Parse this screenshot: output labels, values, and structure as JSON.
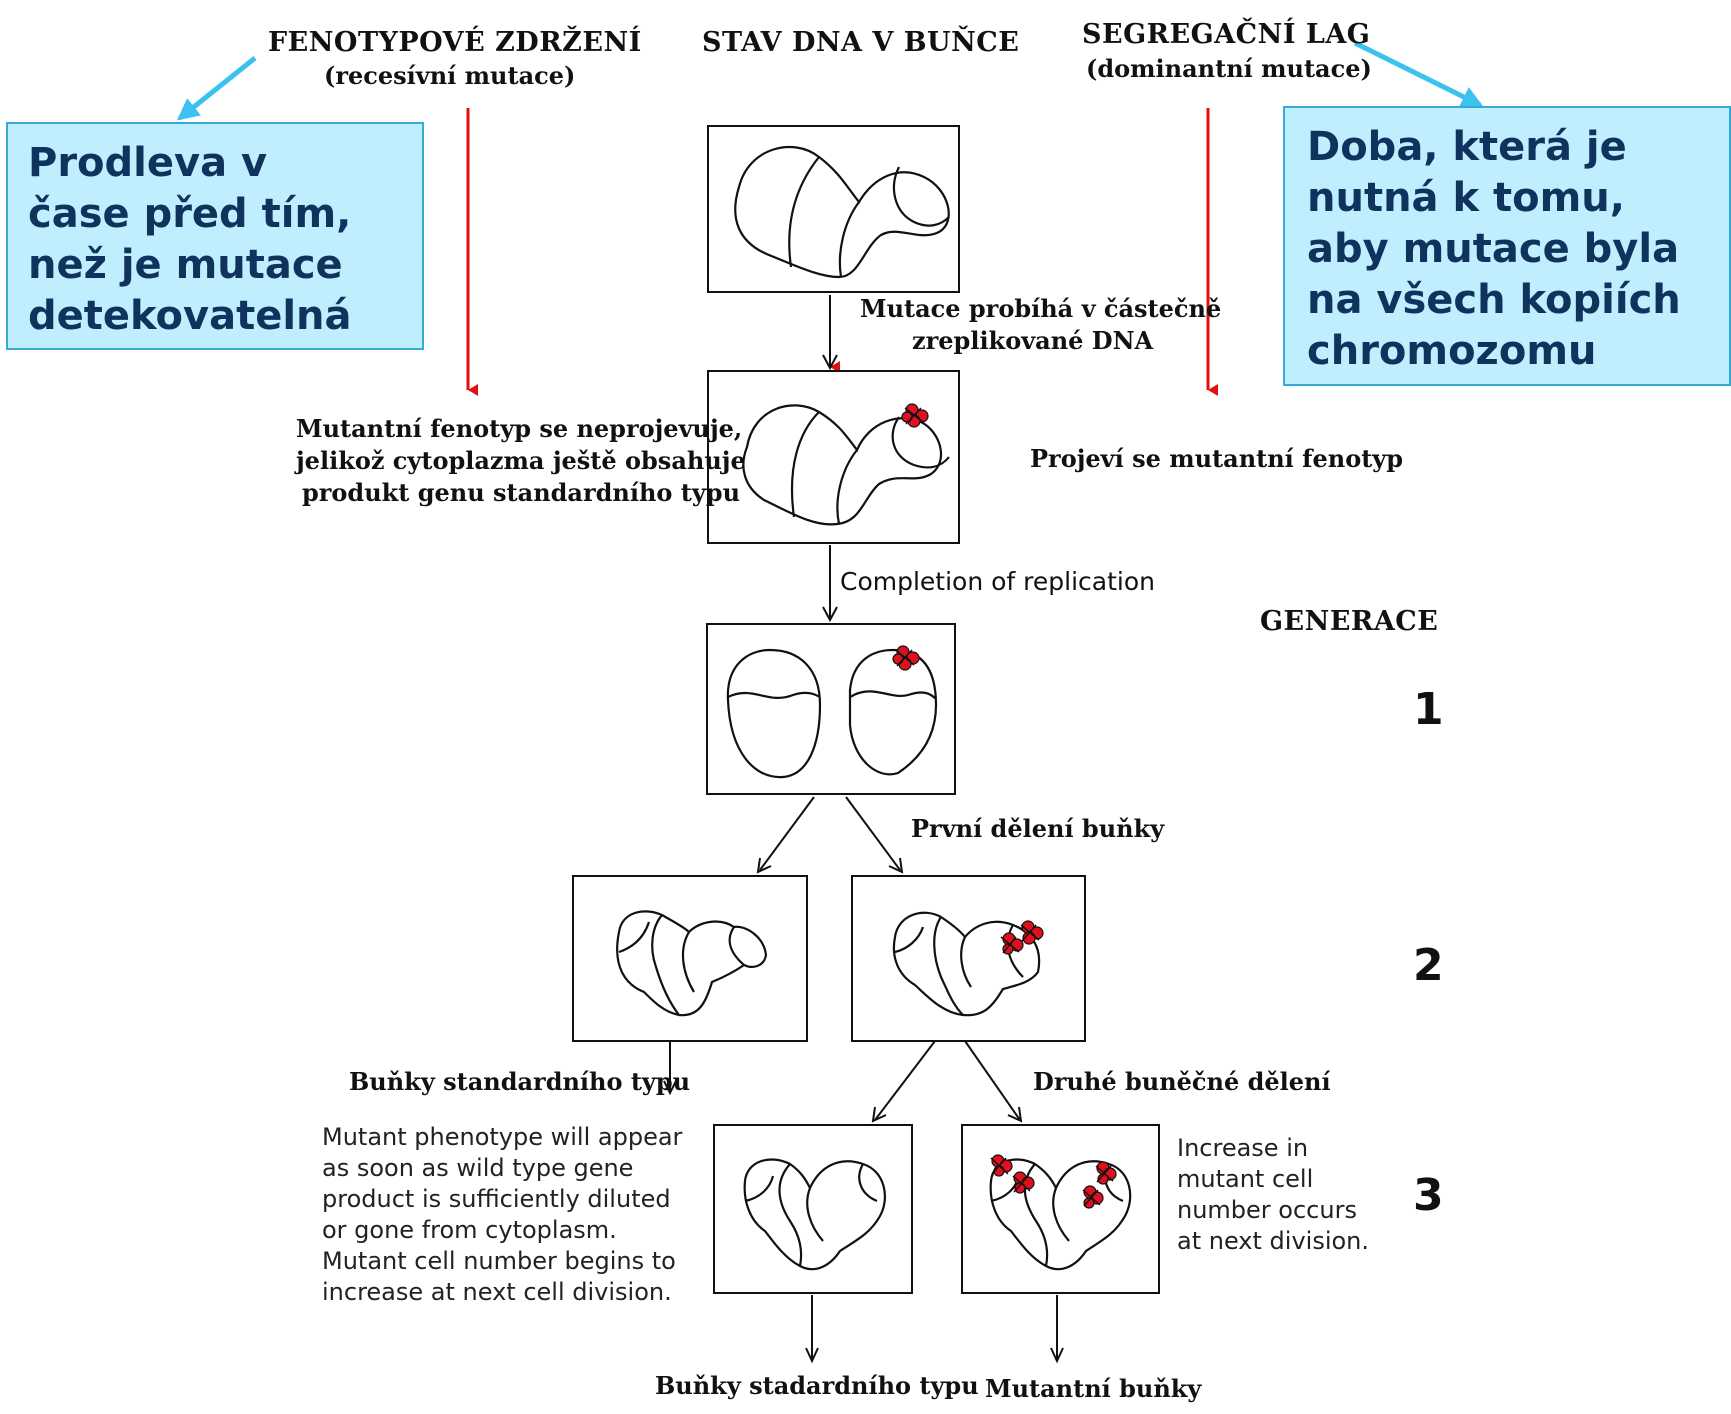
{
  "header": {
    "left_title": "FENOTYPOVÉ ZDRŽENÍ",
    "left_subtitle": "(recesívní mutace)",
    "center_title": "STAV DNA V BUŇCE",
    "right_title": "SEGREGAČNÍ LAG",
    "right_subtitle": "(dominantní mutace)"
  },
  "callouts": {
    "left": "Prodleva v\nčase před tím,\nnež je mutace\ndetekovatelná",
    "right": "Doba, která je\nnutná k tomu,\naby mutace byla\nna všech kopiích\nchromozomu"
  },
  "colors": {
    "callout_fill": "#bfefff",
    "callout_border": "#38a9d6",
    "callout_text": "#10335e",
    "arrow_blue": "#3cc2ef",
    "arrow_red": "#e01010",
    "mutation_mark": "#e0101f"
  },
  "steps": {
    "mutation_label_line1": "Mutace probíhá v částečně",
    "mutation_label_line2": "zreplikované DNA",
    "completion": "Completion of replication",
    "first_division": "První dělení buňky",
    "second_division": "Druhé buněčné dělení"
  },
  "left_notes": {
    "phenotype_line1": "Mutantní fenotyp se neprojevuje,",
    "phenotype_line2": "jelikož cytoplazma ještě obsahuje",
    "phenotype_line3": "produkt genu standardního typu",
    "wild_type_cells": "Buňky standardního typu",
    "english_note": "Mutant phenotype will appear\nas soon as wild type gene\nproduct is sufficiently diluted\nor gone from cytoplasm.\nMutant cell number begins to\nincrease at next cell division."
  },
  "right_notes": {
    "phenotype_shown": "Projeví se mutantní fenotyp",
    "generation_label": "GENERACE",
    "english_note": "Increase in\nmutant cell\nnumber occurs\nat next division."
  },
  "generations": [
    "1",
    "2",
    "3"
  ],
  "bottom": {
    "wild_type": "Buňky stadardního typu",
    "mutant": "Mutantní buňky"
  }
}
